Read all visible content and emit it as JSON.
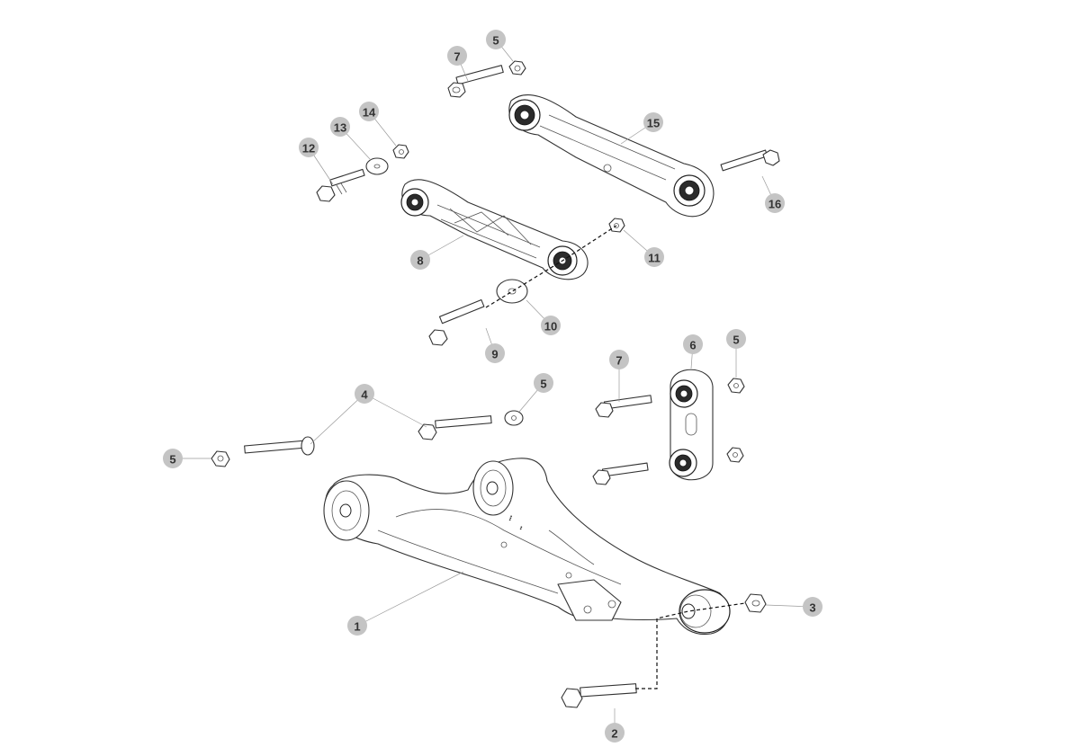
{
  "diagram": {
    "callouts": [
      {
        "id": "c1",
        "label": "1"
      },
      {
        "id": "c2",
        "label": "2"
      },
      {
        "id": "c3",
        "label": "3"
      },
      {
        "id": "c4",
        "label": "4"
      },
      {
        "id": "c5a",
        "label": "5"
      },
      {
        "id": "c5b",
        "label": "5"
      },
      {
        "id": "c5c",
        "label": "5"
      },
      {
        "id": "c5d",
        "label": "5"
      },
      {
        "id": "c6",
        "label": "6"
      },
      {
        "id": "c7a",
        "label": "7"
      },
      {
        "id": "c7b",
        "label": "7"
      },
      {
        "id": "c8",
        "label": "8"
      },
      {
        "id": "c9",
        "label": "9"
      },
      {
        "id": "c10",
        "label": "10"
      },
      {
        "id": "c11",
        "label": "11"
      },
      {
        "id": "c12",
        "label": "12"
      },
      {
        "id": "c13",
        "label": "13"
      },
      {
        "id": "c14",
        "label": "14"
      },
      {
        "id": "c15",
        "label": "15"
      },
      {
        "id": "c16",
        "label": "16"
      }
    ]
  }
}
